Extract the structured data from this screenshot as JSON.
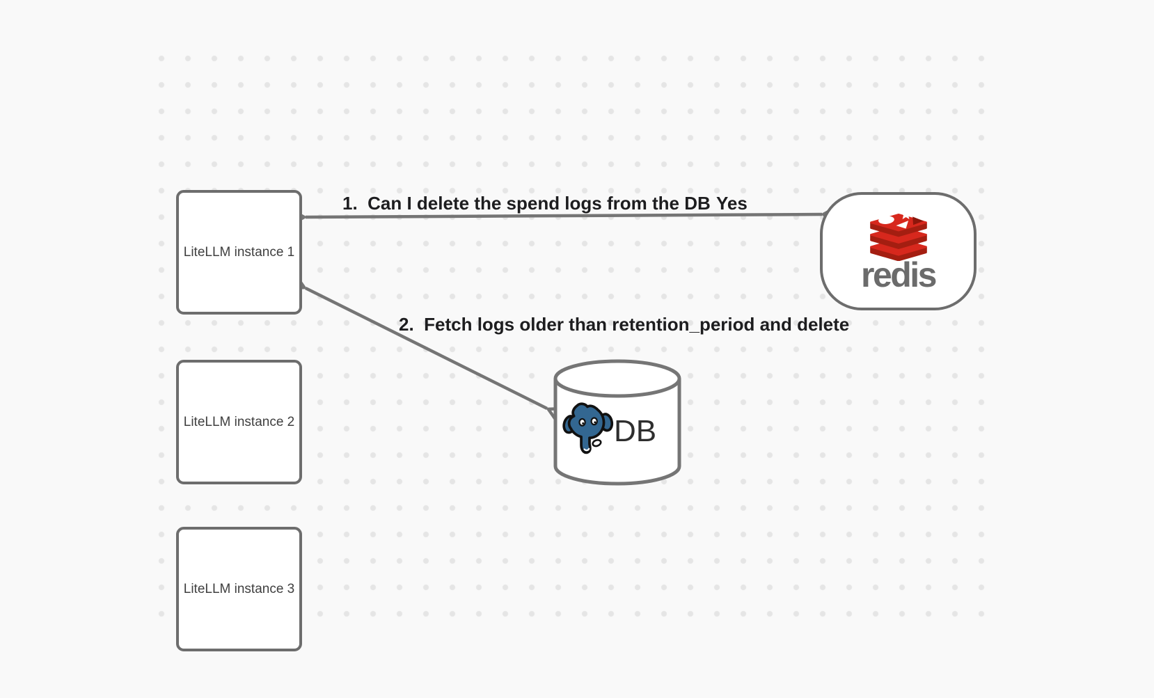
{
  "nodes": {
    "instances": [
      {
        "label": "LiteLLM instance 1"
      },
      {
        "label": "LiteLLM instance 2"
      },
      {
        "label": "LiteLLM instance 3"
      }
    ],
    "redis": {
      "label": "redis"
    },
    "db": {
      "label": "DB"
    }
  },
  "arrows": [
    {
      "label": "1.  Can I delete the spend logs from the DB",
      "response": "Yes"
    },
    {
      "label": "2.  Fetch logs older than retention_period and delete"
    }
  ],
  "colors": {
    "background": "#f9f9f9",
    "grid_dot": "#e5e5e5",
    "node_border": "#6d6d6d",
    "arrow": "#757575",
    "node_text": "#3f3f3f",
    "label_text": "#1d1d1f",
    "redis_red": "#d7281d",
    "redis_dark_red": "#a41e11",
    "redis_wordmark": "#6b6b6b",
    "postgres_blue": "#336791",
    "db_text": "#2e2e2e"
  }
}
